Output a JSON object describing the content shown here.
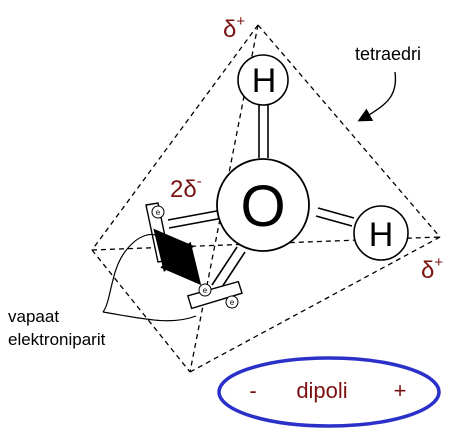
{
  "atoms": {
    "oxygen": "O",
    "hydrogen_top": "H",
    "hydrogen_right": "H"
  },
  "charges": {
    "delta_plus_top": "δ",
    "delta_plus_top_sup": "+",
    "delta_plus_right": "δ",
    "delta_plus_right_sup": "+",
    "two_delta_minus": "2δ",
    "two_delta_minus_sup": "-"
  },
  "labels": {
    "tetrahedron": "tetraedri",
    "lone_pairs_line1": "vapaat",
    "lone_pairs_line2": "elektroniparit",
    "electron": "e"
  },
  "dipole": {
    "minus": "-",
    "word": "dipoli",
    "plus": "+"
  },
  "colors": {
    "charge": "#7a1212",
    "dipole_ellipse": "#2b31c8",
    "line": "#000000"
  }
}
